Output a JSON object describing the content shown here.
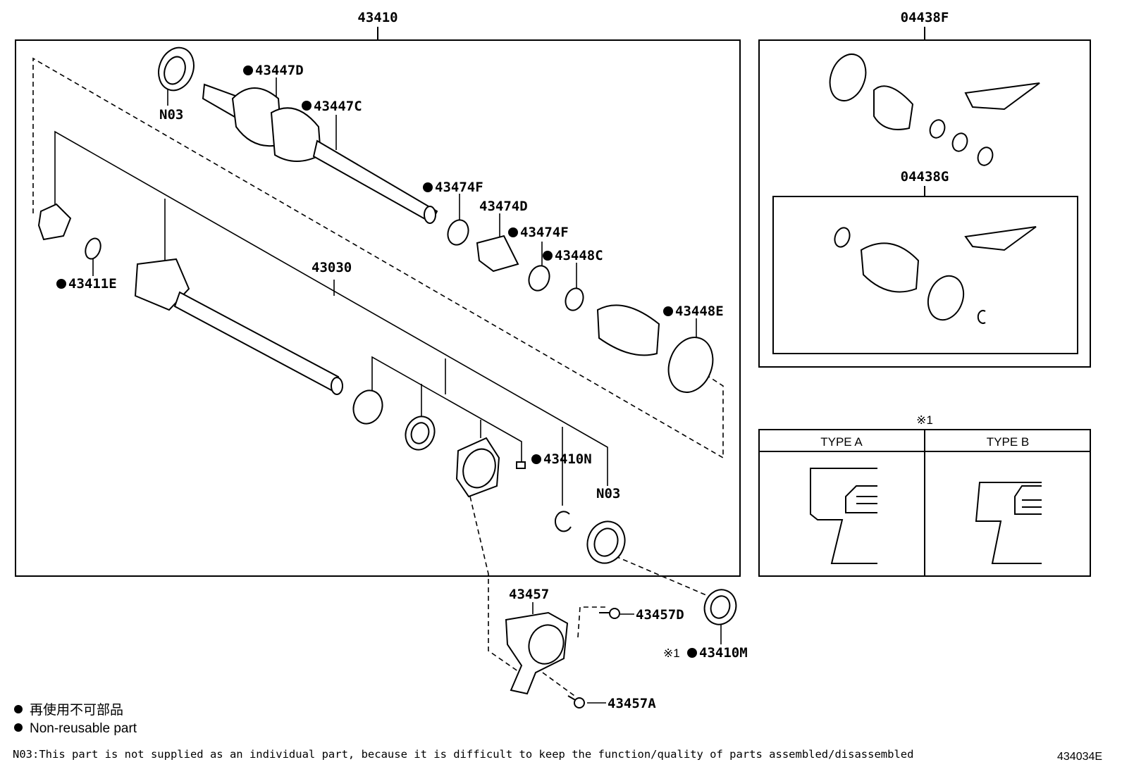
{
  "labels": {
    "p43410": "43410",
    "p04438F": "04438F",
    "p04438G": "04438G",
    "pN03_top": "N03",
    "p43447D": "43447D",
    "p43447C": "43447C",
    "p43474F_a": "43474F",
    "p43474D": "43474D",
    "p43474F_b": "43474F",
    "p43448C": "43448C",
    "p43448E": "43448E",
    "p43411E": "43411E",
    "p43030": "43030",
    "p43410N": "43410N",
    "pN03_bottom": "N03",
    "p43457": "43457",
    "p43457D": "43457D",
    "p43457A": "43457A",
    "p43410M": "43410M",
    "ref1_prefix": "※1",
    "type_header": "※1",
    "type_a": "TYPE A",
    "type_b": "TYPE B"
  },
  "legend": {
    "line1": "再使用不可部品",
    "line2": "Non-reusable part",
    "note": "N03:This part is not supplied as an individual part, because it is difficult to keep the function/quality of parts assembled/disassembled"
  },
  "diagram_code": "434034E",
  "non_reusable_marker": "filled-circle"
}
